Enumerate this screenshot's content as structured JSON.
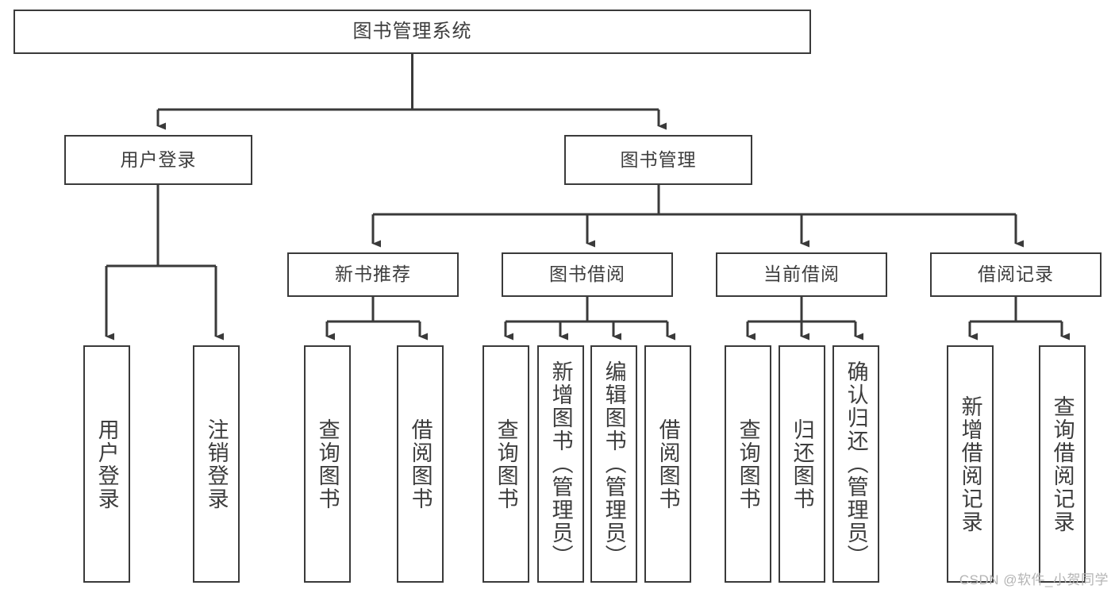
{
  "diagram": {
    "title": "图书管理系统",
    "type": "tree-hierarchy",
    "watermark": "CSDN @软件_小贺同学",
    "colors": {
      "background": "#ffffff",
      "box_border": "#3a3a3a",
      "text": "#3d3d3d",
      "connector": "#3a3a3a",
      "watermark": "#b4b4b4"
    }
  },
  "root": {
    "label": "图书管理系统"
  },
  "level2": [
    {
      "label": "用户登录"
    },
    {
      "label": "图书管理"
    }
  ],
  "level3": [
    {
      "label": "新书推荐"
    },
    {
      "label": "图书借阅"
    },
    {
      "label": "当前借阅"
    },
    {
      "label": "借阅记录"
    }
  ],
  "leaves": {
    "user_login": [
      {
        "label": "用户登录"
      },
      {
        "label": "注销登录"
      }
    ],
    "new_book_recommend": [
      {
        "label": "查询图书"
      },
      {
        "label": "借阅图书"
      }
    ],
    "book_borrow": [
      {
        "label": "查询图书"
      },
      {
        "label": "新增图书（管理员）"
      },
      {
        "label": "编辑图书（管理员）"
      },
      {
        "label": "借阅图书"
      }
    ],
    "current_borrow": [
      {
        "label": "查询图书"
      },
      {
        "label": "归还图书"
      },
      {
        "label": "确认归还（管理员）"
      }
    ],
    "borrow_record": [
      {
        "label": "新增借阅记录"
      },
      {
        "label": "查询借阅记录"
      }
    ]
  }
}
